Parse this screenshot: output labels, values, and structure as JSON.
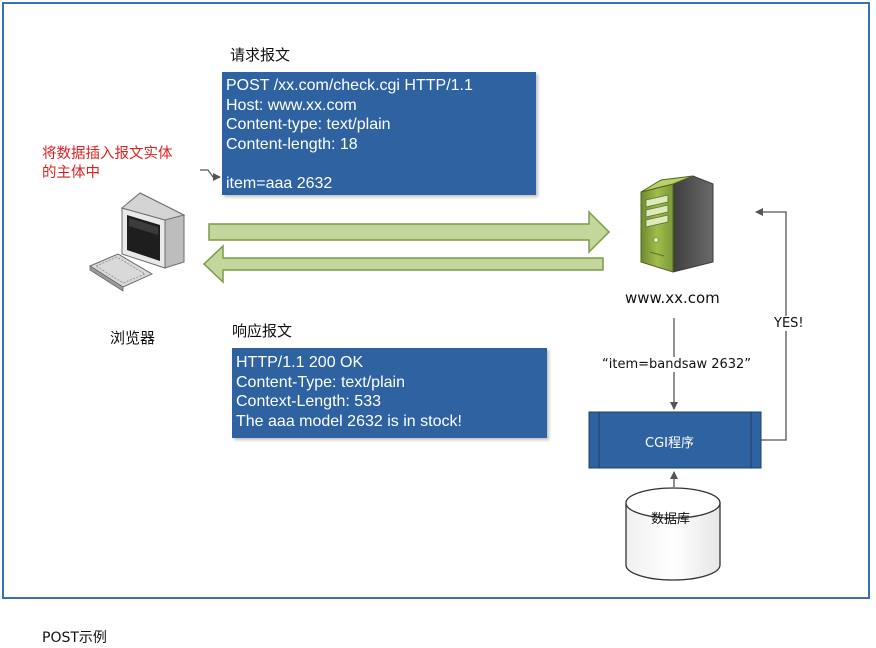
{
  "request": {
    "title": "请求报文",
    "lines": [
      "POST /xx.com/check.cgi HTTP/1.1",
      "Host: www.xx.com",
      "Content-type: text/plain",
      "Content-length: 18",
      "",
      "item=aaa 2632"
    ]
  },
  "annotation": {
    "line1": "将数据插入报文实体",
    "line2": "的主体中"
  },
  "response": {
    "title": "响应报文",
    "lines": [
      "HTTP/1.1 200 OK",
      "Content-Type: text/plain",
      "Context-Length: 533",
      "The aaa model 2632 is in stock!"
    ]
  },
  "browser": {
    "label": "浏览器",
    "icon": "computer-icon"
  },
  "server": {
    "label": "www.xx.com",
    "icon": "server-icon"
  },
  "flow": {
    "query_label": "“item=bandsaw 2632”",
    "reply_label": "YES!"
  },
  "cgi": {
    "label": "CGI程序"
  },
  "database": {
    "label": "数据库",
    "icon": "database-icon"
  },
  "caption": "POST示例",
  "colors": {
    "box_fill": "#2e62a0",
    "arrow_fill": "#c3d69b",
    "arrow_stroke": "#7f9a48",
    "frame_border": "#3b6fb3",
    "annotation_text": "#e02020"
  }
}
